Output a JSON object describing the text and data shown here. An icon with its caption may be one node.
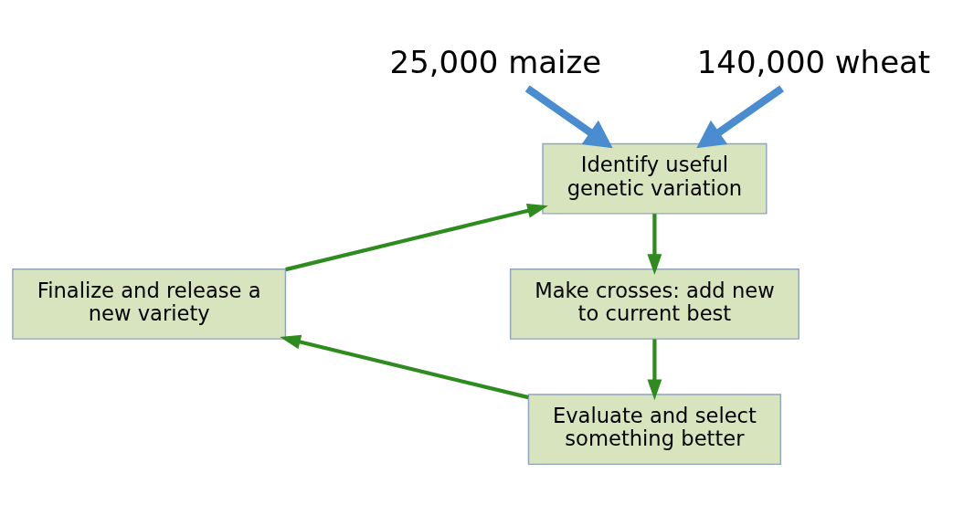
{
  "diagram": {
    "nodes": [
      {
        "text": [
          "25,000 maize"
        ]
      },
      {
        "text": [
          "140,000 wheat"
        ]
      },
      {
        "text": [
          "Identify useful genetic variation"
        ]
      },
      {
        "text": [
          "Make crosses: add new to current best"
        ]
      },
      {
        "text": [
          "Evaluate and select something better"
        ]
      },
      {
        "text": [
          "Finalize and release a new variety"
        ]
      }
    ],
    "edges": [
      {
        "from": 0,
        "to": 2,
        "arrow": "to",
        "style": "thick",
        "color": "#4a8cd0"
      },
      {
        "from": 1,
        "to": 2,
        "arrow": "to",
        "style": "thick",
        "color": "#4a8cd0"
      },
      {
        "from": 2,
        "to": 3,
        "arrow": "to"
      },
      {
        "from": 3,
        "to": 4,
        "arrow": "to"
      },
      {
        "from": 4,
        "to": 5,
        "arrow": "to"
      },
      {
        "from": 5,
        "to": 2,
        "arrow": "to"
      }
    ]
  }
}
